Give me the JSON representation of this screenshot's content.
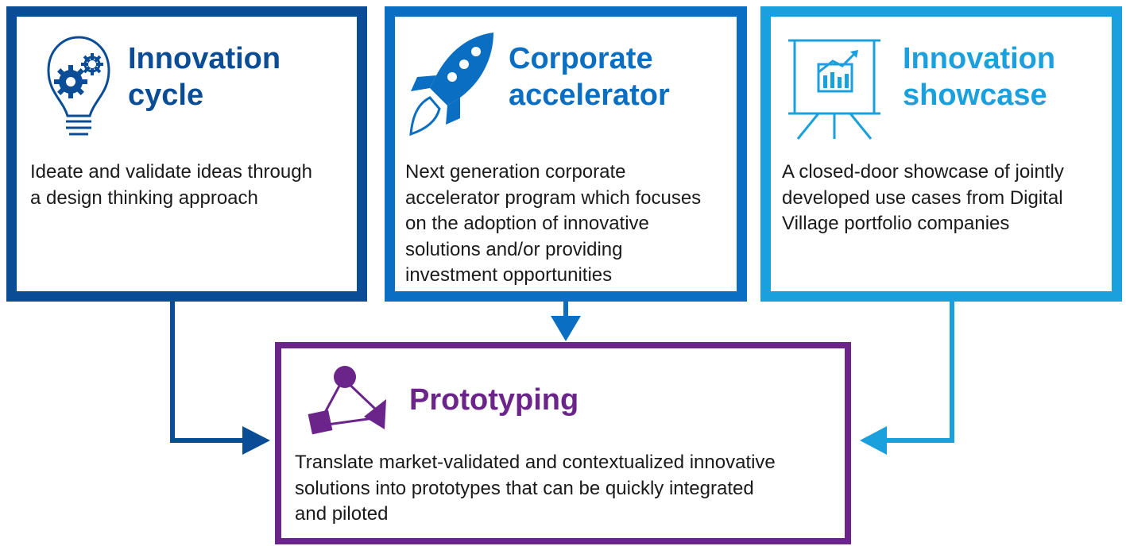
{
  "colors": {
    "innovation_cycle": "#0a4d96",
    "corporate_accelerator": "#0a6fc2",
    "innovation_showcase": "#1aa0dc",
    "prototyping": "#6b2489"
  },
  "boxes": {
    "innovation_cycle": {
      "title_line1": "Innovation",
      "title_line2": "cycle",
      "desc_line1": "Ideate and validate ideas through",
      "desc_line2": "a design thinking approach",
      "icon": "lightbulb-gears-icon"
    },
    "corporate_accelerator": {
      "title_line1": "Corporate",
      "title_line2": "accelerator",
      "desc_line1": "Next generation corporate",
      "desc_line2": "accelerator program which focuses",
      "desc_line3": "on the adoption of innovative",
      "desc_line4": "solutions and/or providing",
      "desc_line5": "investment opportunities",
      "icon": "rocket-icon"
    },
    "innovation_showcase": {
      "title_line1": "Innovation",
      "title_line2": "showcase",
      "desc_line1": "A closed-door showcase of jointly",
      "desc_line2": "developed use cases from Digital",
      "desc_line3": "Village portfolio companies",
      "icon": "presentation-board-icon"
    },
    "prototyping": {
      "title": "Prototyping",
      "desc_line1": "Translate market-validated and contextualized innovative",
      "desc_line2": "solutions into prototypes that can be quickly integrated",
      "desc_line3": "and piloted",
      "icon": "shapes-network-icon"
    }
  }
}
